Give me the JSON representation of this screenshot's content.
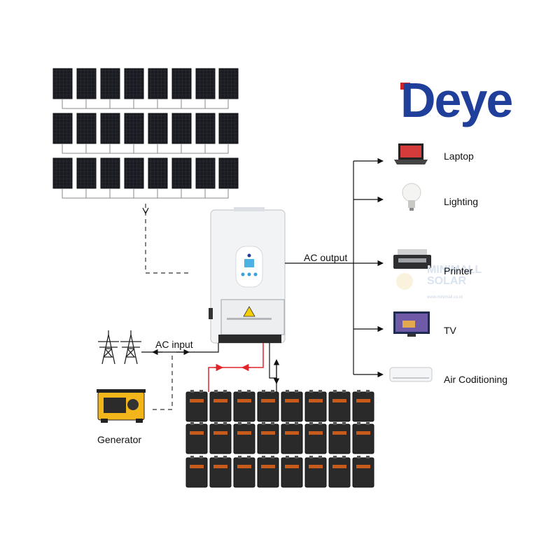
{
  "brand": {
    "name": "Deye",
    "accent": "#1f3f9a",
    "mark_color": "#d6231f"
  },
  "labels": {
    "ac_input": "AC input",
    "ac_output": "AC output",
    "generator": "Generator"
  },
  "loads": [
    {
      "label": "Laptop",
      "icon": "laptop-icon"
    },
    {
      "label": "Lighting",
      "icon": "light-bulb-icon"
    },
    {
      "label": "Printer",
      "icon": "printer-icon"
    },
    {
      "label": "TV",
      "icon": "tv-icon"
    },
    {
      "label": "Air Coditioning",
      "icon": "air-conditioner-icon"
    }
  ],
  "solar_array": {
    "rows": 3,
    "panels_per_row": 8
  },
  "battery_bank": {
    "rows": 3,
    "per_row": 8
  },
  "colors": {
    "panel": "#1a1c22",
    "battery": "#2a2a2a",
    "battery_label": "#c65a1a",
    "dc_line": "#e0252b",
    "inverter": "#f2f3f4"
  },
  "watermark": {
    "text_top": "MINIMALL",
    "text_bottom": "SOLAR",
    "url": "www.minimall.co.id"
  }
}
